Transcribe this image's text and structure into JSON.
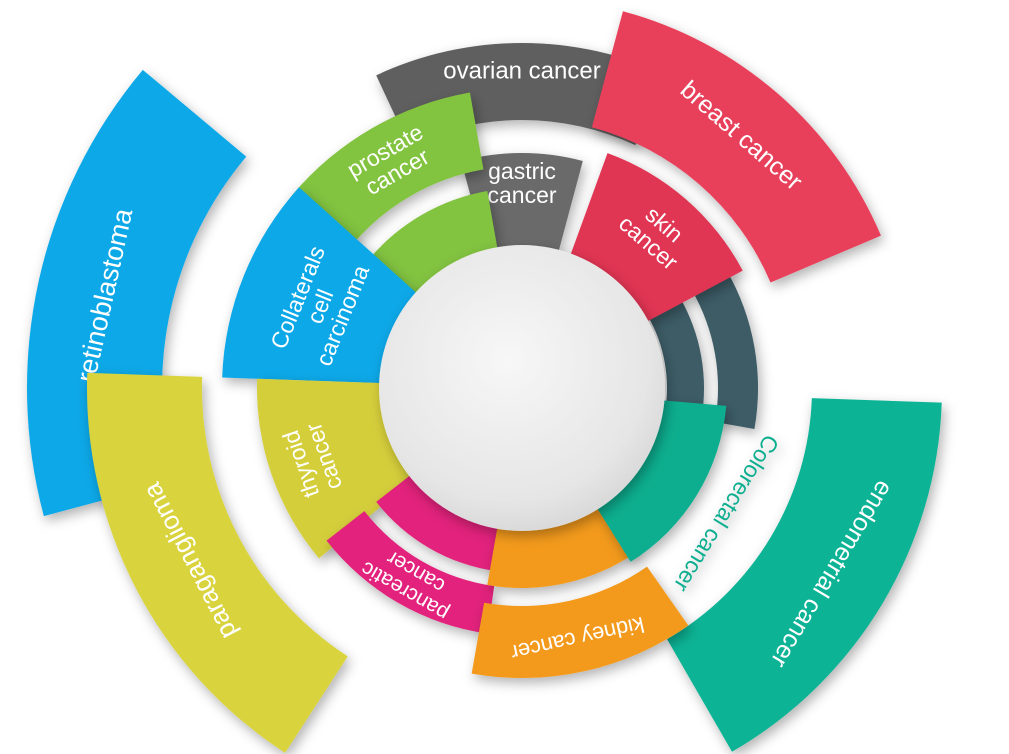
{
  "segments": [
    {
      "id": "retinoblastoma",
      "lines": [
        "retinoblastoma"
      ],
      "color": "#0aa8e8"
    },
    {
      "id": "paraganglioma",
      "lines": [
        "paraganglioma"
      ],
      "color": "#d9d33d"
    },
    {
      "id": "ovarian-cancer",
      "lines": [
        "ovarian cancer"
      ],
      "color": "#5f5f5f"
    },
    {
      "id": "breast-cancer",
      "lines": [
        "breast cancer"
      ],
      "color": "#e8405a"
    },
    {
      "id": "endometrial-cancer",
      "lines": [
        "endometrial cancer"
      ],
      "color": "#10b395"
    },
    {
      "id": "slate-segment",
      "lines": [],
      "color": "#3e5c66"
    },
    {
      "id": "gastric-cancer",
      "lines": [
        "gastric",
        "cancer"
      ],
      "color": "#6b6b6b"
    },
    {
      "id": "skin-cancer",
      "lines": [
        "skin",
        "cancer"
      ],
      "color": "#e03553"
    },
    {
      "id": "prostate-cancer",
      "lines": [
        "prostate",
        "cancer"
      ],
      "color": "#82c341"
    },
    {
      "id": "collaterals-cell-carcinoma",
      "lines": [
        "Collaterals",
        "cell",
        "carcinoma"
      ],
      "color": "#0aa8e8"
    },
    {
      "id": "thyroid-cancer",
      "lines": [
        "thyroid",
        "cancer"
      ],
      "color": "#d5ce3b"
    },
    {
      "id": "pancreatic-cancer",
      "lines": [
        "pancreatic",
        "cancer"
      ],
      "color": "#e2237b"
    },
    {
      "id": "kidney-cancer",
      "lines": [
        "kidney cancer"
      ],
      "color": "#f39a1e"
    },
    {
      "id": "colorectal-cancer",
      "lines": [
        "Colorectal cancer"
      ],
      "color": "#0fae8f",
      "text_color": "#0fae8f"
    }
  ]
}
